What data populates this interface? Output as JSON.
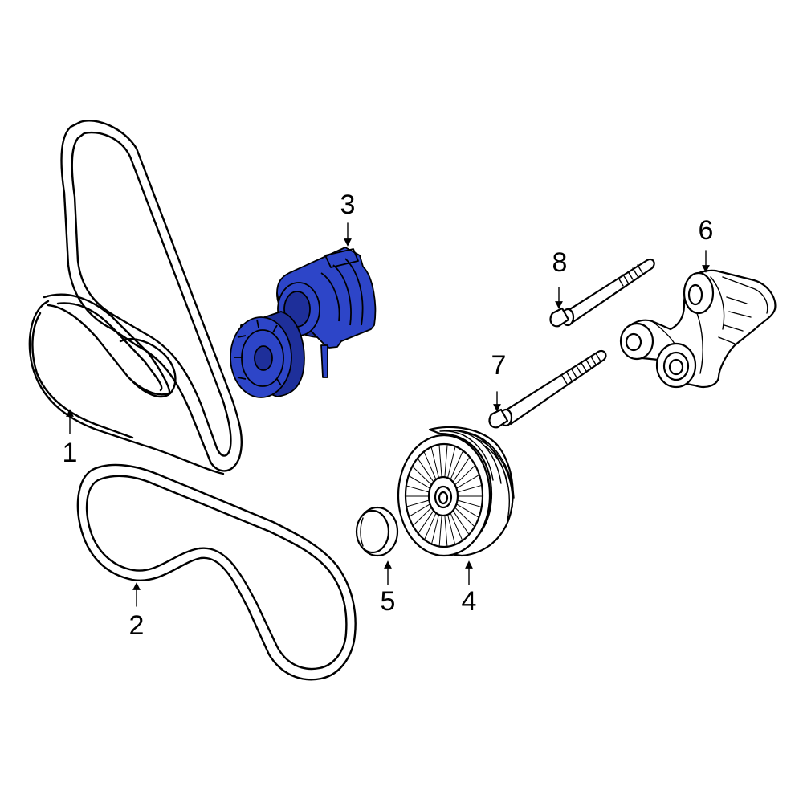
{
  "colors": {
    "highlight": "#2d45c8",
    "highlight_dark": "#1e2f9a",
    "line": "#000000",
    "background": "#ffffff"
  },
  "parts": [
    {
      "id": "belt-1",
      "callout": "1",
      "highlighted": false
    },
    {
      "id": "belt-2",
      "callout": "2",
      "highlighted": false
    },
    {
      "id": "tensioner-3",
      "callout": "3",
      "highlighted": true
    },
    {
      "id": "pulley-4",
      "callout": "4",
      "highlighted": false
    },
    {
      "id": "cap-5",
      "callout": "5",
      "highlighted": false
    },
    {
      "id": "bracket-6",
      "callout": "6",
      "highlighted": false
    },
    {
      "id": "bolt-7",
      "callout": "7",
      "highlighted": false
    },
    {
      "id": "bolt-8",
      "callout": "8",
      "highlighted": false
    }
  ],
  "callouts": {
    "c1": "1",
    "c2": "2",
    "c3": "3",
    "c4": "4",
    "c5": "5",
    "c6": "6",
    "c7": "7",
    "c8": "8"
  }
}
